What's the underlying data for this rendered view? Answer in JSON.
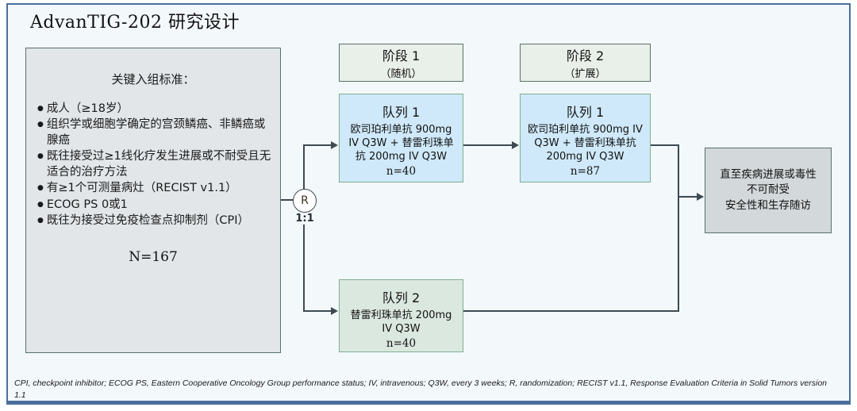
{
  "title": "AdvanTIG-202 研究设计",
  "criteria": {
    "heading": "关键入组标准：",
    "items": [
      "成人（≥18岁）",
      "组织学或细胞学确定的宫颈鳞癌、非鳞癌或腺癌",
      "既往接受过≥1线化疗发生进展或不耐受且无适合的治疗方法",
      "有≥1个可测量病灶（RECIST v1.1）",
      "ECOG PS 0或1",
      "既往为接受过免疫检查点抑制剂（CPI）"
    ],
    "total": "N=167"
  },
  "randomization": {
    "label": "R",
    "ratio": "1:1"
  },
  "stages": [
    {
      "name": "阶段 1",
      "sub": "（随机）"
    },
    {
      "name": "阶段 2",
      "sub": "（扩展）"
    }
  ],
  "arms": [
    {
      "title": "队列 1",
      "regimen": "欧司珀利单抗 900mg IV Q3W + 替雷利珠单抗 200mg IV Q3W",
      "n": "n=40"
    },
    {
      "title": "队列 1",
      "regimen": "欧司珀利单抗 900mg IV Q3W + 替雷利珠单抗 200mg IV Q3W",
      "n": "n=87"
    },
    {
      "title": "队列 2",
      "regimen": "替雷利珠单抗 200mg IV Q3W",
      "n": "n=40"
    }
  ],
  "outcome": {
    "line1": "直至疾病进展或毒性",
    "line2": "不可耐受",
    "line3": "安全性和生存随访"
  },
  "footnote": "CPI, checkpoint inhibitor; ECOG PS, Eastern Cooperative Oncology Group performance status; IV, intravenous; Q3W, every 3 weeks; R, randomization; RECIST v1.1, Response Evaluation Criteria in Solid Tumors version 1.1",
  "colors": {
    "frame": "#4a6f9c",
    "cohort_blue": "#cfe9fa",
    "cohort_green": "#dbe8e0",
    "criteria_fill": "#e2e6e9",
    "outcome_fill": "#d3d8da",
    "connector": "#3d4a52"
  }
}
